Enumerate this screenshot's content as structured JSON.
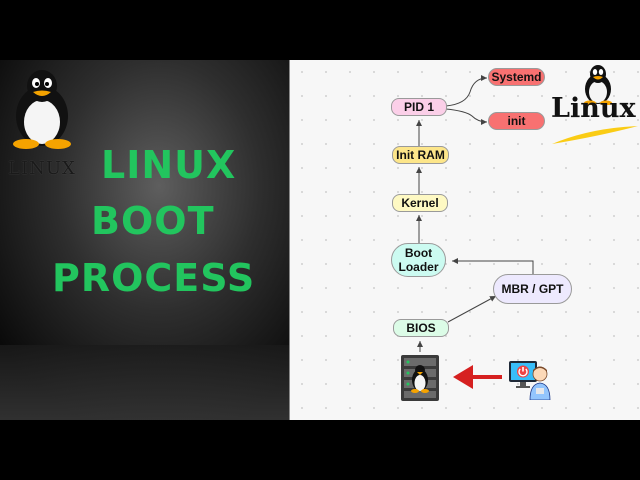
{
  "title": {
    "line1": "LINUX",
    "line2": "BOOT",
    "line3": "PROCESS"
  },
  "logos": {
    "left_wordmark": "LINUX",
    "right_wordmark": "Linux"
  },
  "diagram": {
    "nodes": {
      "systemd": "Systemd",
      "pid1": "PID 1",
      "init": "init",
      "init_ram": "Init RAM",
      "kernel": "Kernel",
      "boot_loader": "Boot Loader",
      "mbr_gpt": "MBR / GPT",
      "bios": "BIOS"
    }
  },
  "colors": {
    "title_green": "#22c55e",
    "systemd_fill": "#f87171",
    "init_fill": "#f87171",
    "pid1_fill": "#fbcfe8",
    "init_ram_fill": "#fde68a",
    "kernel_fill": "#fef9c3",
    "boot_loader_fill": "#ccfbf1",
    "mbr_gpt_fill": "#ede9fe",
    "bios_fill": "#dcfce7",
    "power_arrow": "#d62020",
    "canvas_bg": "#f7f7f7"
  },
  "icons": [
    "tux-penguin-icon",
    "server-rack-icon",
    "power-button-icon",
    "user-icon",
    "arrow-left-icon"
  ]
}
